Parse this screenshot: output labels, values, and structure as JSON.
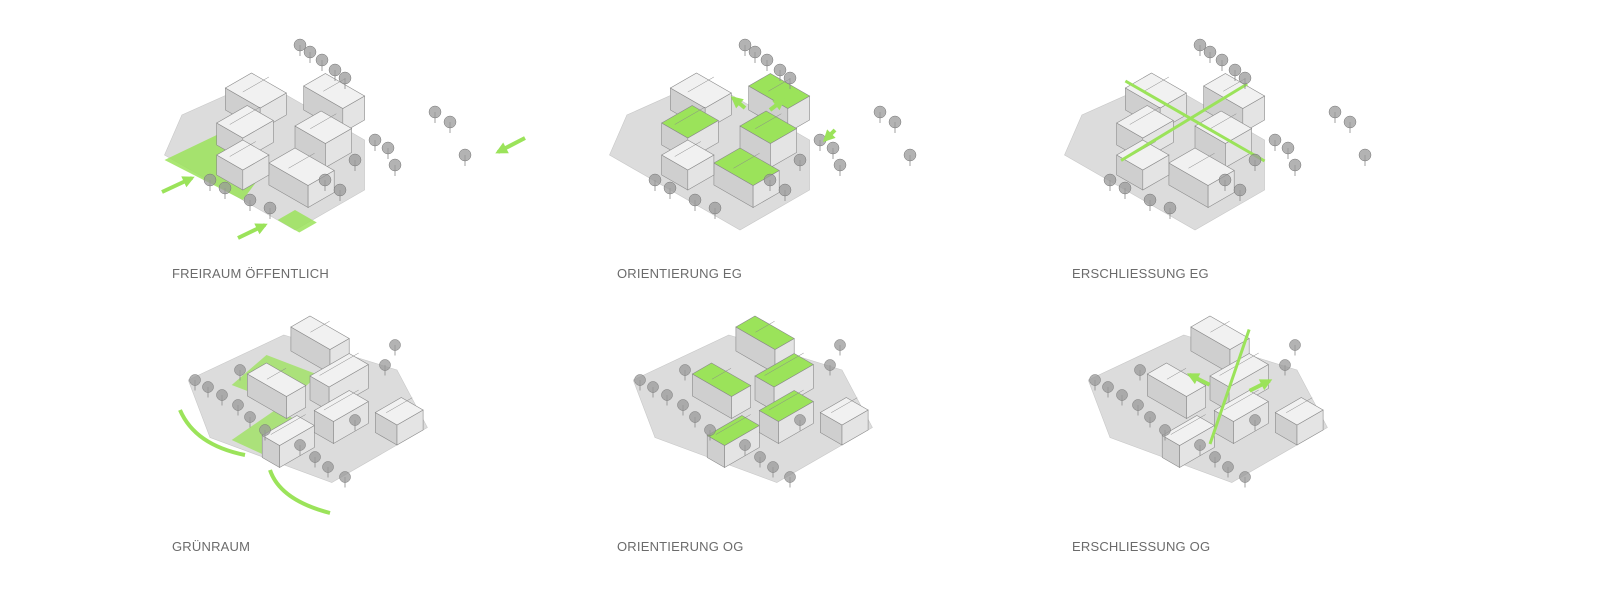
{
  "colors": {
    "green": "#9be35a",
    "green_light": "#c6f08e",
    "green_dark": "#7fcf3a",
    "building": "#e4e4e4",
    "building_top": "#f1f1f1",
    "building_side": "#cfcfcf",
    "line": "#8a8a8a",
    "ground": "#dcdcdc",
    "tree": "#9a9a9a",
    "caption": "#6b6b6b"
  },
  "panels": [
    {
      "caption": "FREIRAUM ÖFFENTLICH",
      "view": "top",
      "highlight": "freiraum"
    },
    {
      "caption": "ORIENTIERUNG EG",
      "view": "top",
      "highlight": "orient-eg"
    },
    {
      "caption": "ERSCHLIESSUNG EG",
      "view": "top",
      "highlight": "erschl-eg"
    },
    {
      "caption": "GRÜNRAUM",
      "view": "bottom",
      "highlight": "gruen"
    },
    {
      "caption": "ORIENTIERUNG OG",
      "view": "bottom",
      "highlight": "orient-og"
    },
    {
      "caption": "ERSCHLIESSUNG OG",
      "view": "bottom",
      "highlight": "erschl-og"
    }
  ]
}
